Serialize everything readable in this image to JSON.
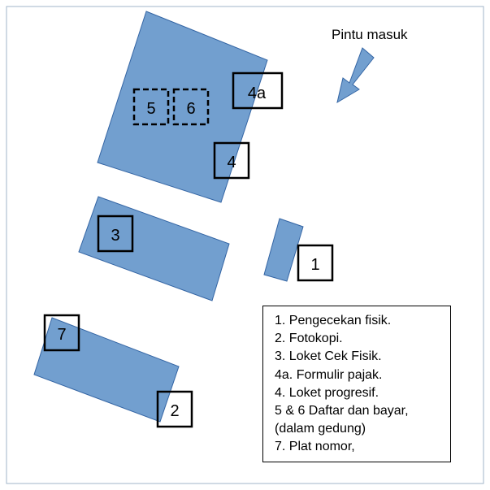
{
  "entrance": {
    "label": "Pintu masuk",
    "arrow_icon": "arrow-down-left-icon"
  },
  "markers": {
    "m1": "1",
    "m2": "2",
    "m3": "3",
    "m4": "4",
    "m4a": "4a",
    "m5": "5",
    "m6": "6",
    "m7": "7"
  },
  "legend": {
    "items": [
      "1. Pengecekan fisik.",
      "2. Fotokopi.",
      "3. Loket Cek Fisik.",
      "4a. Formulir pajak.",
      "4. Loket progresif.",
      "5 & 6 Daftar dan bayar,",
      "(dalam gedung)",
      "7. Plat nomor,"
    ]
  },
  "colors": {
    "building": "#729fcf",
    "building_stroke": "#3465a4",
    "border": "#a0b4c8",
    "ink": "#000000"
  }
}
